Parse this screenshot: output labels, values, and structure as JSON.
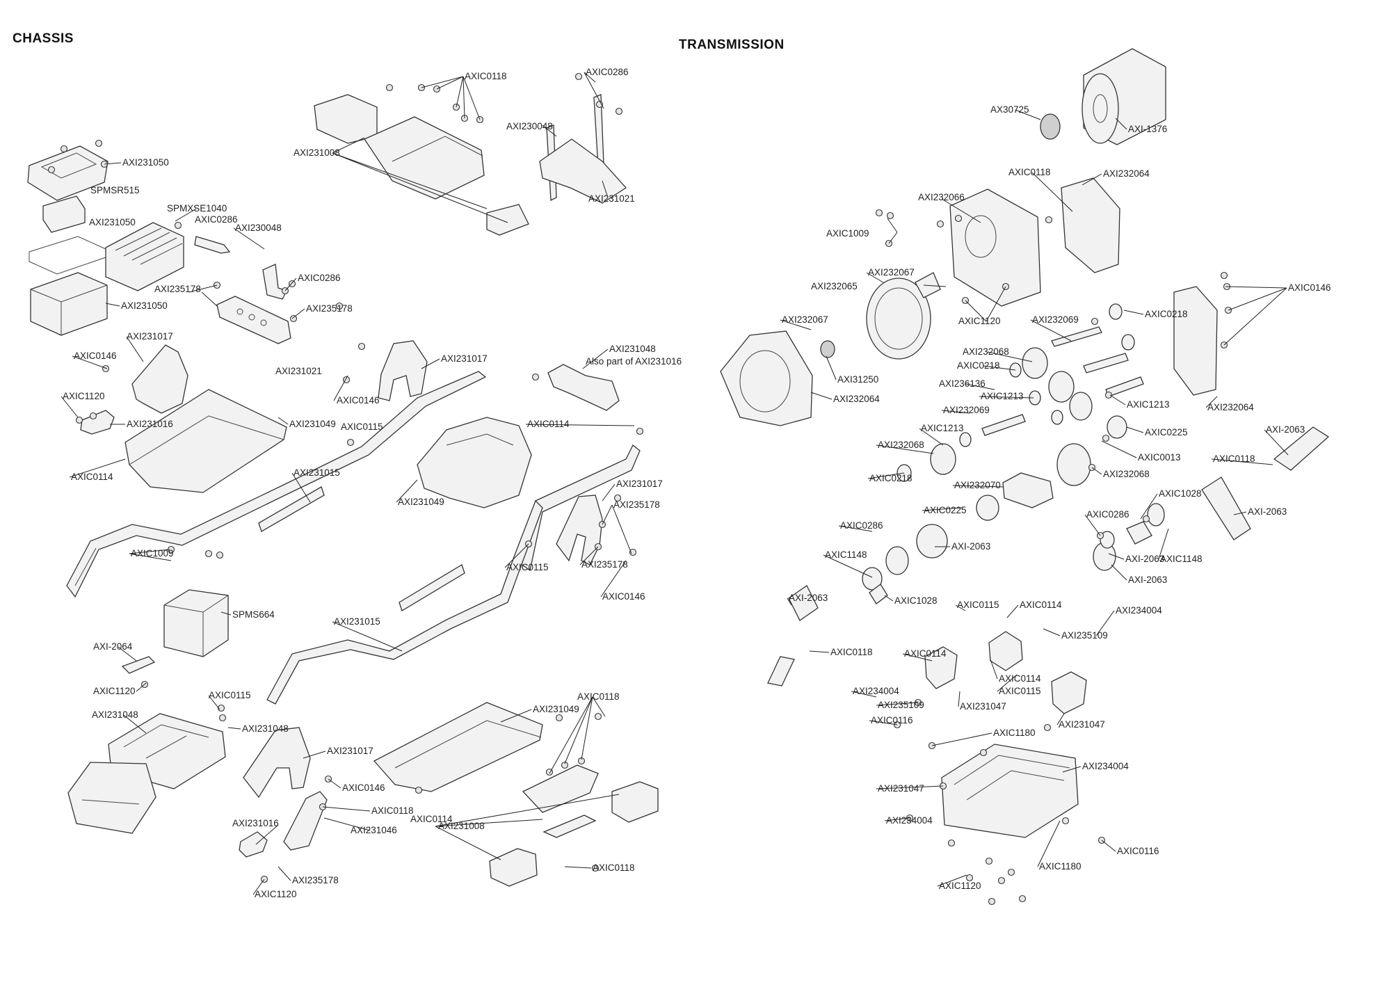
{
  "sections": {
    "chassis": "CHASSIS",
    "transmission": "TRANSMISSION"
  },
  "labels": [
    "AXIC0118",
    "AXIC0286",
    "AXI230048",
    "AXI231008",
    "AXI231021",
    "AXI231050",
    "SPMSR515",
    "AXI231050",
    "SPMXSE1040",
    "AXIC0286",
    "AXI230048",
    "AXIC0286",
    "AXI235178",
    "AXI231050",
    "AXI231021",
    "AXI235178",
    "AXI231017",
    "AXIC0146",
    "AXIC1120",
    "AXI231016",
    "AXIC0146",
    "AXI231017",
    "AXI231049",
    "AXIC0114",
    "AXIC0115",
    "AXI231048",
    "Also part of AXI231016",
    "AXIC0114",
    "AXI231015",
    "AXI231049",
    "AXI231017",
    "AXI235178",
    "AXIC1009",
    "AXIC0115",
    "AXI235178",
    "AXIC0146",
    "SPMS664",
    "AXI231015",
    "AXI-2064",
    "AXIC1120",
    "AXIC0115",
    "AXI231048",
    "AXI231048",
    "AXI231017",
    "AXIC0146",
    "AXIC0118",
    "AXI231016",
    "AXI231046",
    "AXI235178",
    "AXIC1120",
    "AXI231049",
    "AXIC0118",
    "AXIC0114",
    "AXI231008",
    "AXIC0118",
    "AX30725",
    "AXI-1376",
    "AXIC0118",
    "AXI232064",
    "AXI232066",
    "AXIC1009",
    "AXI232067",
    "AXI232065",
    "AXIC1120",
    "AXI232067",
    "AXI232069",
    "AXIC0218",
    "AXIC0146",
    "AXI31250",
    "AXI232064",
    "AXI232068",
    "AXIC0218",
    "AXI236136",
    "AXIC1213",
    "AXIC1213",
    "AXI232064",
    "AXI232069",
    "AXIC1213",
    "AXIC0225",
    "AXI-2063",
    "AXI232068",
    "AXIC0013",
    "AXIC0118",
    "AXIC0218",
    "AXI232068",
    "AXI232070",
    "AXIC1028",
    "AXIC0286",
    "AXIC0225",
    "AXI-2063",
    "AXIC0286",
    "AXI-2063",
    "AXIC1148",
    "AXI-2063",
    "AXIC1148",
    "AXI-2063",
    "AXIC1028",
    "AXIC0115",
    "AXIC0114",
    "AXI234004",
    "AXI-2063",
    "AXIC0118",
    "AXI235109",
    "AXIC0114",
    "AXIC0114",
    "AXI234004",
    "AXIC0115",
    "AXI231047",
    "AXI235109",
    "AXI231047",
    "AXIC0116",
    "AXIC1180",
    "AXI234004",
    "AXI231047",
    "AXI234004",
    "AXIC0116",
    "AXIC1180",
    "AXIC1120"
  ]
}
